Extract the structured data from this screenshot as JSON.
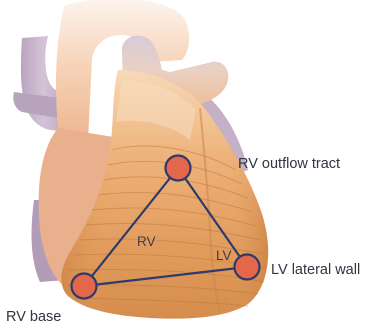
{
  "labels": {
    "rv_outflow_tract": "RV outflow tract",
    "lv_lateral_wall": "LV lateral wall",
    "rv_base": "RV base",
    "rv": "RV",
    "lv": "LV"
  },
  "colors": {
    "aorta_top": "#fbeee5",
    "aorta_mid": "#f4c59f",
    "vessel_purple": "#c6b3c9",
    "vessel_purple_dark": "#a58eaa",
    "atrium": "#f2c0a8",
    "ventricle_light": "#f3c48f",
    "ventricle_mid": "#e6a267",
    "ventricle_dark": "#c97e3e",
    "triangle_line": "#2e3a6b",
    "point_fill": "#e3674b",
    "point_stroke": "#2e3a6b"
  }
}
